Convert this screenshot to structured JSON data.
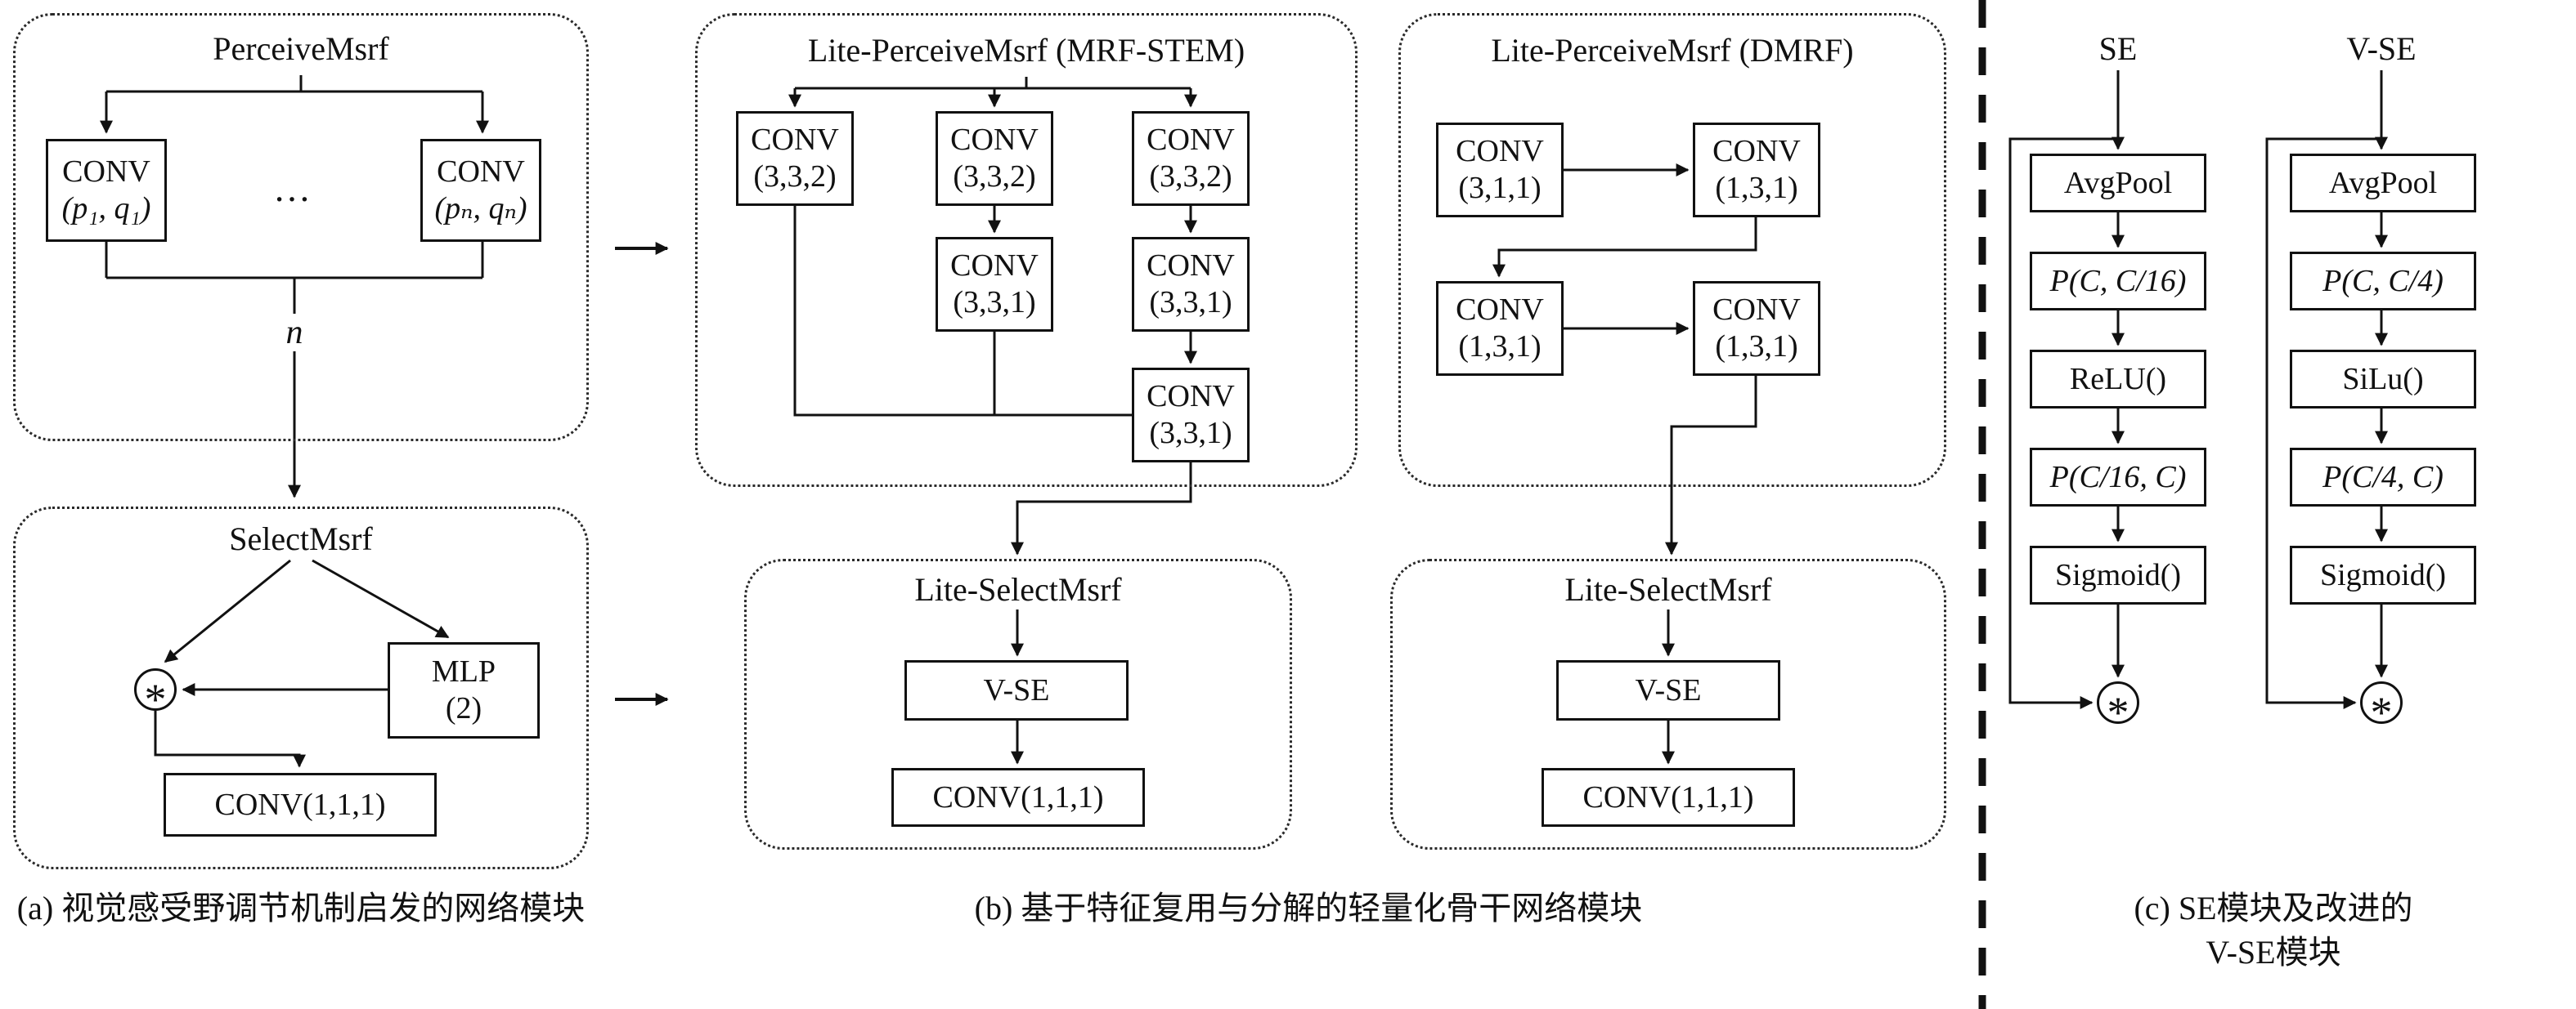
{
  "panel_a": {
    "perceive_title": "PerceiveMsrf",
    "conv1": {
      "l1": "CONV",
      "l2": "(p₁, q₁)"
    },
    "dots": "…",
    "convn": {
      "l1": "CONV",
      "l2": "(pₙ, qₙ)"
    },
    "n_label": "n",
    "select_title": "SelectMsrf",
    "multiply": "*",
    "mlp": {
      "l1": "MLP",
      "l2": "(2)"
    },
    "conv111": "CONV(1,1,1)",
    "caption": "(a) 视觉感受野调节机制启发的网络模块"
  },
  "panel_b": {
    "mrf_stem": {
      "title": "Lite-PerceiveMsrf (MRF-STEM)",
      "r1c1": {
        "l1": "CONV",
        "l2": "(3,3,2)"
      },
      "r1c2": {
        "l1": "CONV",
        "l2": "(3,3,2)"
      },
      "r1c3": {
        "l1": "CONV",
        "l2": "(3,3,2)"
      },
      "r2c2": {
        "l1": "CONV",
        "l2": "(3,3,1)"
      },
      "r2c3": {
        "l1": "CONV",
        "l2": "(3,3,1)"
      },
      "r3c3": {
        "l1": "CONV",
        "l2": "(3,3,1)"
      }
    },
    "dmrf": {
      "title": "Lite-PerceiveMsrf (DMRF)",
      "b1": {
        "l1": "CONV",
        "l2": "(3,1,1)"
      },
      "b2": {
        "l1": "CONV",
        "l2": "(1,3,1)"
      },
      "b3": {
        "l1": "CONV",
        "l2": "(1,3,1)"
      },
      "b4": {
        "l1": "CONV",
        "l2": "(1,3,1)"
      }
    },
    "select_left": {
      "title": "Lite-SelectMsrf",
      "vse": "V-SE",
      "conv": "CONV(1,1,1)"
    },
    "select_right": {
      "title": "Lite-SelectMsrf",
      "vse": "V-SE",
      "conv": "CONV(1,1,1)"
    },
    "caption": "(b) 基于特征复用与分解的轻量化骨干网络模块"
  },
  "panel_c": {
    "se": {
      "input": "SE",
      "steps": [
        "AvgPool",
        "P(C, C/16)",
        "ReLU()",
        "P(C/16, C)",
        "Sigmoid()"
      ],
      "multiply": "*"
    },
    "vse": {
      "input": "V-SE",
      "steps": [
        "AvgPool",
        "P(C, C/4)",
        "SiLu()",
        "P(C/4, C)",
        "Sigmoid()"
      ],
      "multiply": "*"
    },
    "caption_line1": "(c) SE模块及改进的",
    "caption_line2": "V-SE模块"
  }
}
